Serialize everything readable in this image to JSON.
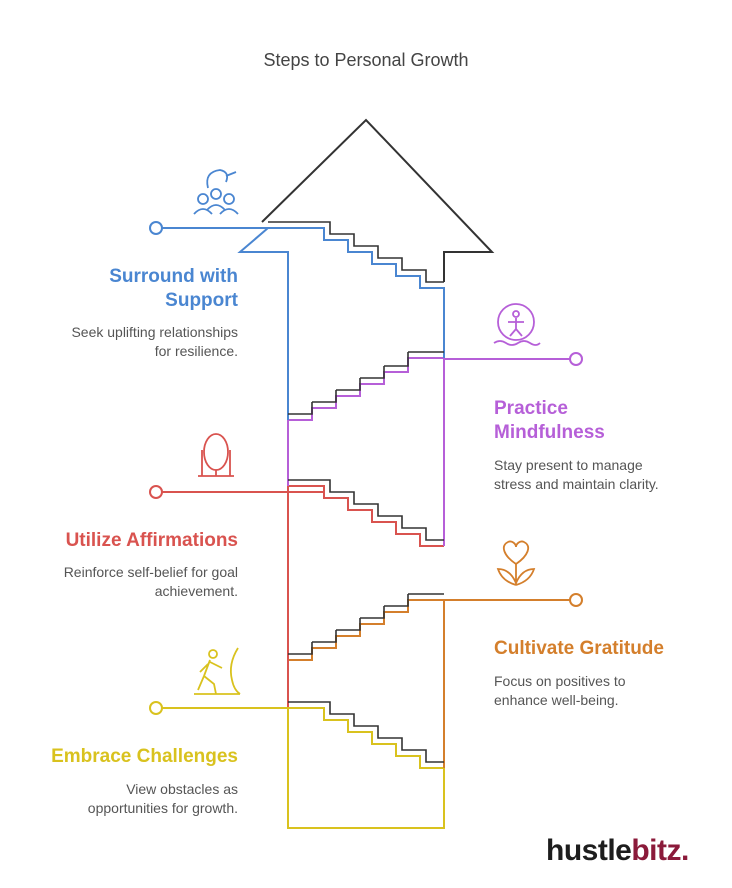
{
  "title": "Steps to Personal Growth",
  "steps": [
    {
      "heading_line1": "Surround with",
      "heading_line2": "Support",
      "desc_line1": "Seek uplifting relationships",
      "desc_line2": "for resilience.",
      "color": "#4a86d1",
      "icon": "people-network-icon"
    },
    {
      "heading_line1": "Practice",
      "heading_line2": "Mindfulness",
      "desc_line1": "Stay present to manage",
      "desc_line2": "stress and maintain clarity.",
      "color": "#b65fd8",
      "icon": "meditation-icon"
    },
    {
      "heading_line1": "Utilize Affirmations",
      "heading_line2": "",
      "desc_line1": "Reinforce self-belief for goal",
      "desc_line2": "achievement.",
      "color": "#d9534f",
      "icon": "mirror-icon"
    },
    {
      "heading_line1": "Cultivate Gratitude",
      "heading_line2": "",
      "desc_line1": "Focus on positives to",
      "desc_line2": "enhance well-being.",
      "color": "#d47f2c",
      "icon": "heart-flower-icon"
    },
    {
      "heading_line1": "Embrace Challenges",
      "heading_line2": "",
      "desc_line1": "View obstacles as",
      "desc_line2": "opportunities for growth.",
      "color": "#d9c21e",
      "icon": "climber-icon"
    }
  ],
  "brand": {
    "part1": "hustle",
    "part2": "bitz",
    "dot": "."
  }
}
